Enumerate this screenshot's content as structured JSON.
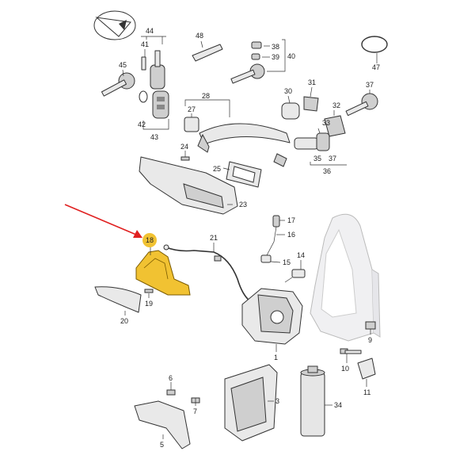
{
  "callouts": [
    {
      "id": "44",
      "label": "44"
    },
    {
      "id": "41",
      "label": "41"
    },
    {
      "id": "45",
      "label": "45"
    },
    {
      "id": "42",
      "label": "42"
    },
    {
      "id": "43",
      "label": "43"
    },
    {
      "id": "48",
      "label": "48"
    },
    {
      "id": "38",
      "label": "38"
    },
    {
      "id": "39",
      "label": "39"
    },
    {
      "id": "40",
      "label": "40"
    },
    {
      "id": "47",
      "label": "47"
    },
    {
      "id": "30",
      "label": "30"
    },
    {
      "id": "31",
      "label": "31"
    },
    {
      "id": "37a",
      "label": "37"
    },
    {
      "id": "32",
      "label": "32"
    },
    {
      "id": "28",
      "label": "28"
    },
    {
      "id": "27",
      "label": "27"
    },
    {
      "id": "33",
      "label": "33"
    },
    {
      "id": "35",
      "label": "35"
    },
    {
      "id": "37b",
      "label": "37"
    },
    {
      "id": "36",
      "label": "36"
    },
    {
      "id": "24",
      "label": "24"
    },
    {
      "id": "25",
      "label": "25"
    },
    {
      "id": "23",
      "label": "23"
    },
    {
      "id": "17",
      "label": "17"
    },
    {
      "id": "16",
      "label": "16"
    },
    {
      "id": "18",
      "label": "18"
    },
    {
      "id": "21",
      "label": "21"
    },
    {
      "id": "14",
      "label": "14"
    },
    {
      "id": "15",
      "label": "15"
    },
    {
      "id": "19",
      "label": "19"
    },
    {
      "id": "20",
      "label": "20"
    },
    {
      "id": "9",
      "label": "9"
    },
    {
      "id": "1",
      "label": "1"
    },
    {
      "id": "10",
      "label": "10"
    },
    {
      "id": "11",
      "label": "11"
    },
    {
      "id": "6",
      "label": "6"
    },
    {
      "id": "7",
      "label": "7"
    },
    {
      "id": "3",
      "label": "3"
    },
    {
      "id": "34",
      "label": "34"
    },
    {
      "id": "5",
      "label": "5"
    }
  ],
  "highlight": {
    "callout": "18",
    "color": "#f1c232"
  },
  "arrow": {
    "color": "#e02020"
  }
}
